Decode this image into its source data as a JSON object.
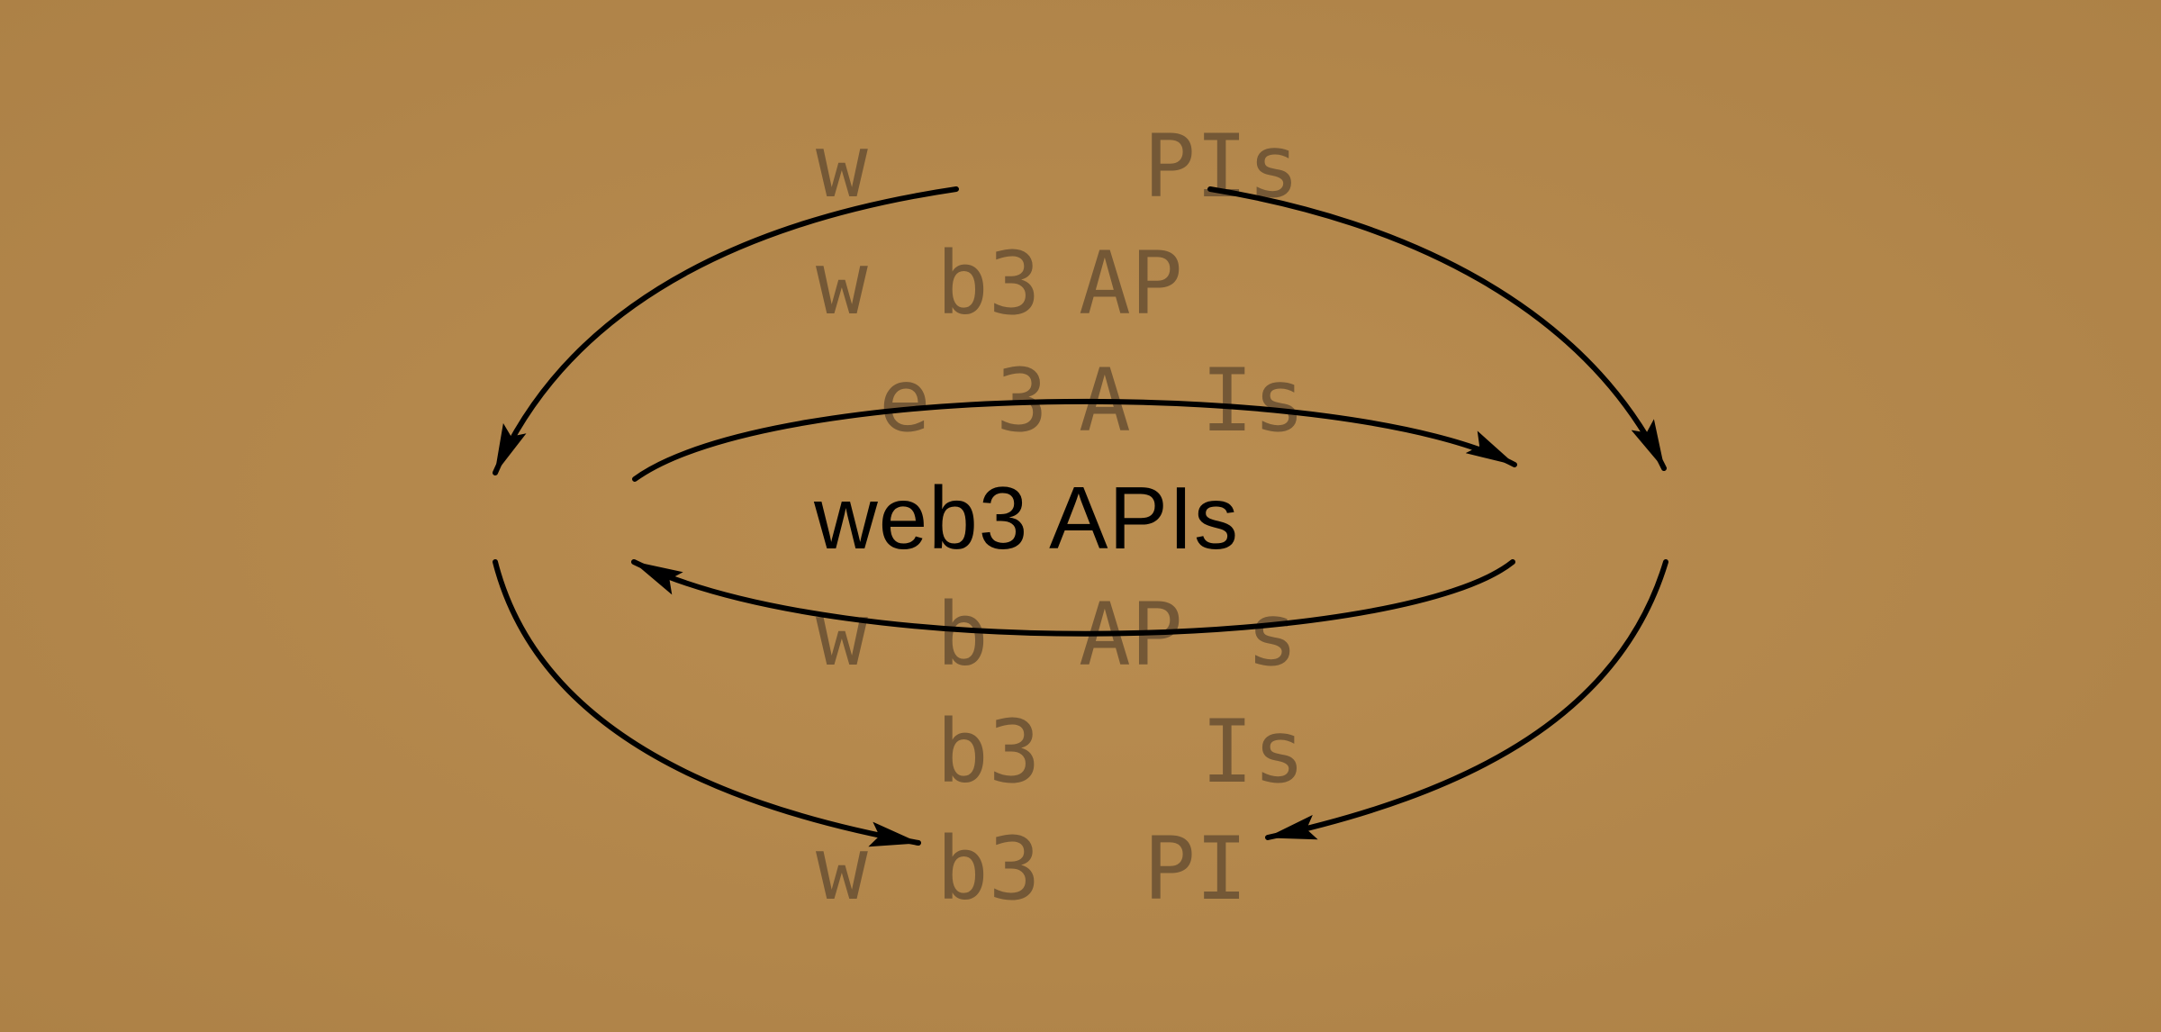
{
  "colors": {
    "background": "#b6884a",
    "faded_text": "#745836",
    "headline_text": "#000000",
    "arrow": "#000000"
  },
  "headline": "web3 APIs",
  "faded_rows": [
    [
      "w",
      "",
      "",
      "PIs"
    ],
    [
      "w",
      "b3",
      "AP",
      ""
    ],
    [
      "e",
      "3",
      "A",
      "Is"
    ],
    [
      "w",
      "b",
      "AP",
      "s"
    ],
    [
      "",
      "b3",
      "",
      "Is"
    ],
    [
      "w",
      "b3",
      "PI",
      ""
    ]
  ]
}
